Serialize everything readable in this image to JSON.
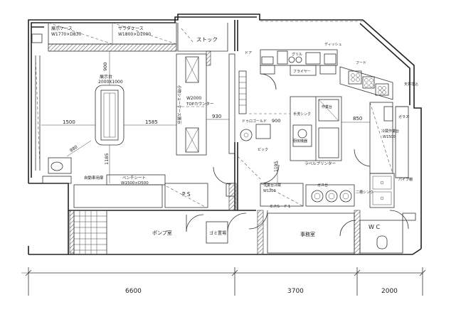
{
  "labels": {
    "display_case": "展示ケース",
    "display_case_size": "W1770×D830",
    "salad_case": "サラダケース",
    "salad_case_size": "W1800×D1000",
    "stock": "ストック",
    "dim_900_v": "900",
    "display_table": "展示台",
    "display_table_size": "2000X1000",
    "top_counter_size": "W2000",
    "top_counter": "TOPカウンター",
    "showcase_vertical": "小物ショーケース展示",
    "dim_930": "930",
    "dim_1500": "1500",
    "dim_1585": "1585",
    "dim_880": "880",
    "dim_1185": "1185",
    "bench_seat": "ベンチシート",
    "bench_seat_size": "W1500×D500",
    "auto_door": "自動車用扉",
    "ps": "P S",
    "pump_room": "ポンプ室",
    "trash_room": "ゴミ置場",
    "office_room": "事務室",
    "wc": "W C",
    "dim_6600": "6600",
    "dim_3700": "3700",
    "dim_2000": "2000",
    "dim_850": "850",
    "dim_900_h": "900",
    "dim_1195": "1195",
    "grill_oven": "グリル",
    "fryer_top": "フライヤー",
    "prep_table": "作業台",
    "hand_sink": "手洗シンク",
    "kitchen_central": "厨房機器",
    "pickup": "ピック",
    "bain_marie": "ドゥロゴールド",
    "label_printer": "ラベルプリンター",
    "work_table_w1200": "W1200",
    "work_table_label": "作業台冷蔵",
    "fridge_w1500": "W1500",
    "fridge_label": "冷蔵作業台",
    "glass_rack": "ガラス",
    "pass_window": "パイプ棚",
    "two_sink": "二槽シンク",
    "gas_range": "ガス台",
    "dish_table": "ディッシュ",
    "eps": "E.P.S",
    "f1": "F 1",
    "kitchen_dim_label": "900"
  },
  "room_texts": {
    "sign_right": "天井埋込",
    "sign_top": "ドア",
    "sign_hood": "フード"
  }
}
